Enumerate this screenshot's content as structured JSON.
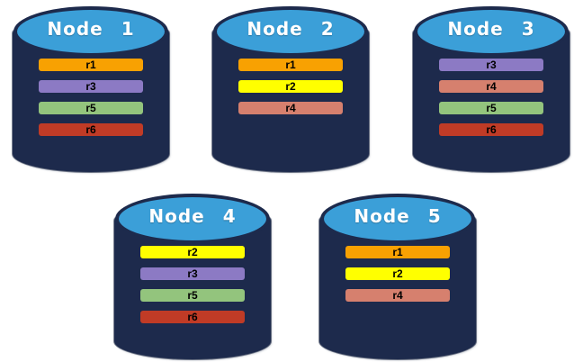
{
  "colors": {
    "background": "#ffffff",
    "cylinder_body": "#1D2A4C",
    "cylinder_top": "#3B9FD8",
    "node_label_text": "#ffffff",
    "replica_label_text": "#000000",
    "replica_palette": {
      "r1": "#F8A102",
      "r2": "#FFFF00",
      "r3": "#8C7AC4",
      "r4": "#D6806E",
      "r5": "#93C47D",
      "r6": "#C03B26"
    }
  },
  "nodes": [
    {
      "label": "Node 1",
      "replicas": [
        "r1",
        "r3",
        "r5",
        "r6"
      ]
    },
    {
      "label": "Node 2",
      "replicas": [
        "r1",
        "r2",
        "r4"
      ]
    },
    {
      "label": "Node 3",
      "replicas": [
        "r3",
        "r4",
        "r5",
        "r6"
      ]
    },
    {
      "label": "Node 4",
      "replicas": [
        "r2",
        "r3",
        "r5",
        "r6"
      ]
    },
    {
      "label": "Node 5",
      "replicas": [
        "r1",
        "r2",
        "r4"
      ]
    }
  ]
}
